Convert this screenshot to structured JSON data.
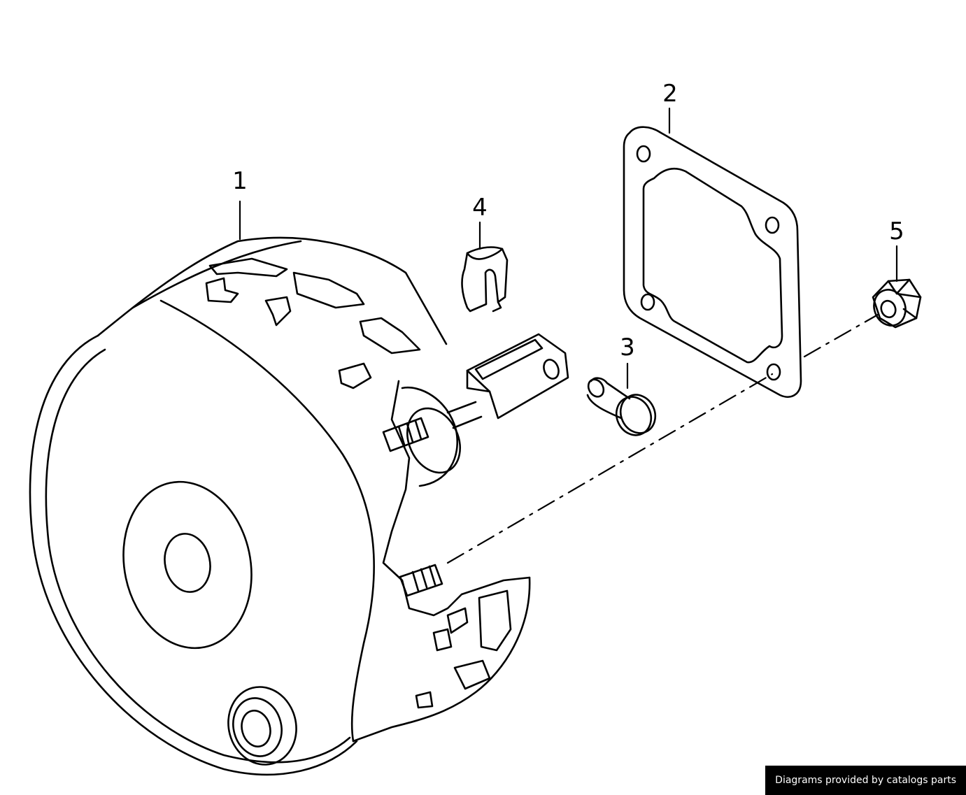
{
  "callouts": [
    {
      "id": "1",
      "label": "1"
    },
    {
      "id": "2",
      "label": "2"
    },
    {
      "id": "3",
      "label": "3"
    },
    {
      "id": "4",
      "label": "4"
    },
    {
      "id": "5",
      "label": "5"
    }
  ],
  "credit": "Diagrams provided by catalogs parts",
  "colors": {
    "line": "#000000",
    "background": "#ffffff",
    "credit_bg": "#000000",
    "credit_text": "#ffffff"
  }
}
